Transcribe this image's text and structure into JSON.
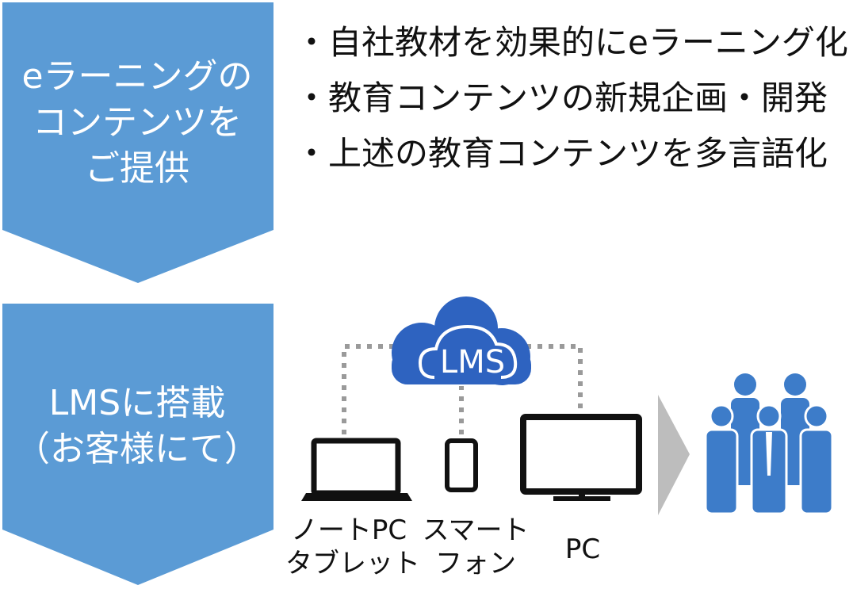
{
  "colors": {
    "chevron": "#5B9BD5",
    "cloud": "#2E63C0",
    "people": "#3D7CC9",
    "arrow": "#BDBDBD",
    "dots": "#9A9A9A",
    "device": "#111111"
  },
  "step1": {
    "lines": [
      "eラーニングの",
      "コンテンツを",
      "ご提供"
    ]
  },
  "bullets": [
    "・自社教材を効果的にeラーニング化",
    "・教育コンテンツの新規企画・開発",
    "・上述の教育コンテンツを多言語化"
  ],
  "step2": {
    "lines": [
      "LMSに搭載",
      "（お客様にて）"
    ]
  },
  "cloud": {
    "label": "LMS",
    "icon": "cloud-icon"
  },
  "devices": [
    {
      "icon": "laptop-icon",
      "label_lines": [
        "ノートPC",
        "タブレット"
      ]
    },
    {
      "icon": "smartphone-icon",
      "label_lines": [
        "スマート",
        "フォン"
      ]
    },
    {
      "icon": "monitor-icon",
      "label_lines": [
        "PC"
      ]
    }
  ],
  "arrow": {
    "icon": "arrow-right-icon"
  },
  "people": {
    "icon": "people-group-icon"
  }
}
